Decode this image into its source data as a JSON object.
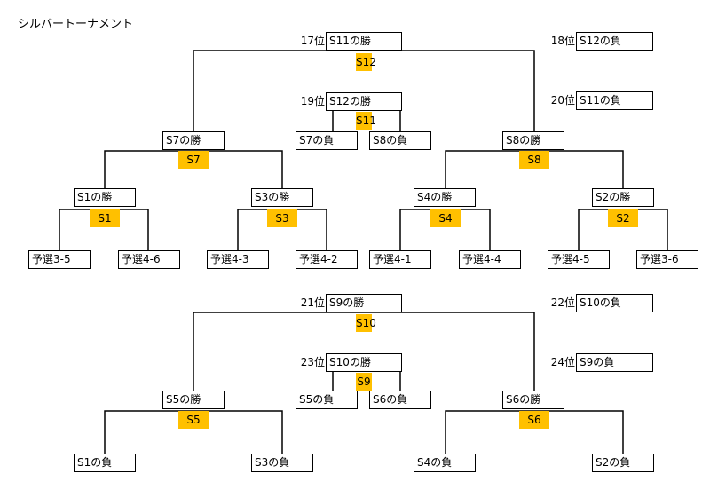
{
  "title": "シルバートーナメント",
  "upper": {
    "final": {
      "rank": "17位",
      "label": "S11の勝",
      "winner": "S12"
    },
    "third": {
      "rank": "19位",
      "label": "S12の勝",
      "winner": "S11"
    },
    "third_left": "S7の負",
    "third_right": "S8の負",
    "side": [
      {
        "rank": "18位",
        "label": "S12の負"
      },
      {
        "rank": "20位",
        "label": "S11の負"
      }
    ],
    "semis": [
      {
        "label": "S7の勝",
        "winner": "S7"
      },
      {
        "label": "S8の勝",
        "winner": "S8"
      }
    ],
    "quarters": [
      {
        "label": "S1の勝",
        "winner": "S1"
      },
      {
        "label": "S3の勝",
        "winner": "S3"
      },
      {
        "label": "S4の勝",
        "winner": "S4"
      },
      {
        "label": "S2の勝",
        "winner": "S2"
      }
    ],
    "entries": [
      "予選3-5",
      "予選4-6",
      "予選4-3",
      "予選4-2",
      "予選4-1",
      "予選4-4",
      "予選4-5",
      "予選3-6"
    ]
  },
  "lower": {
    "final": {
      "rank": "21位",
      "label": "S9の勝",
      "winner": "S10"
    },
    "third": {
      "rank": "23位",
      "label": "S10の勝",
      "winner": "S9"
    },
    "third_left": "S5の負",
    "third_right": "S6の負",
    "side": [
      {
        "rank": "22位",
        "label": "S10の負"
      },
      {
        "rank": "24位",
        "label": "S9の負"
      }
    ],
    "semis": [
      {
        "label": "S5の勝",
        "winner": "S5"
      },
      {
        "label": "S6の勝",
        "winner": "S6"
      }
    ],
    "entries": [
      "S1の負",
      "S3の負",
      "S4の負",
      "S2の負"
    ]
  }
}
